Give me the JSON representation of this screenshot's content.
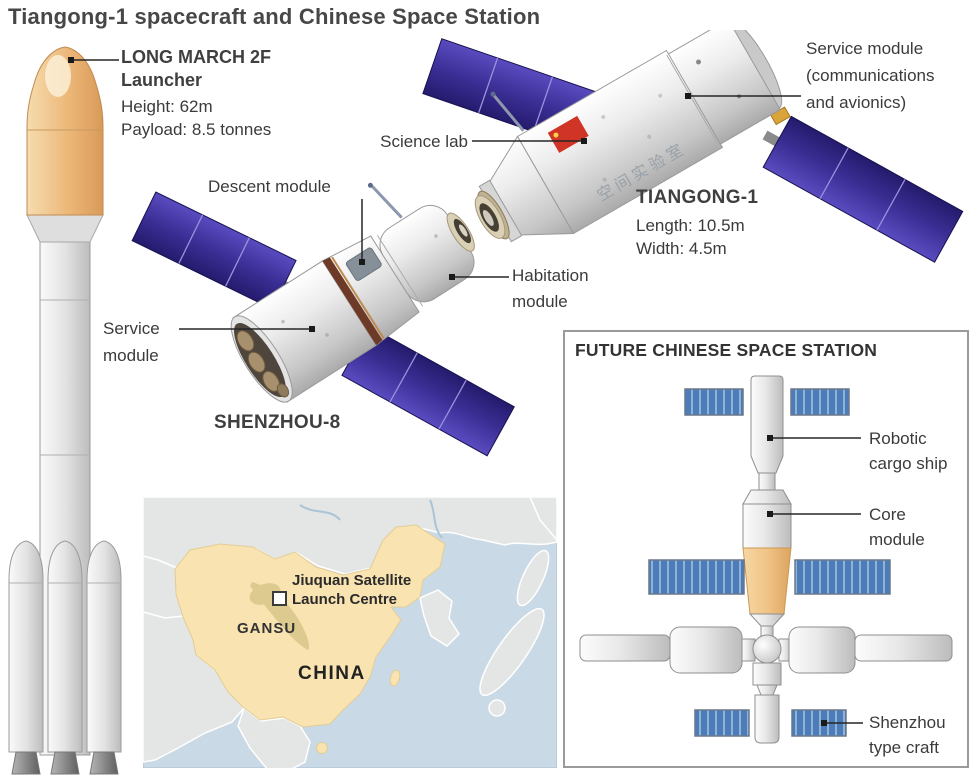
{
  "title": "Tiangong-1 spacecraft and Chinese Space Station",
  "launcher": {
    "name": "LONG MARCH 2F",
    "type_label": "Launcher",
    "height": "Height: 62m",
    "payload": "Payload: 8.5 tonnes"
  },
  "shenzhou8": {
    "name": "SHENZHOU-8",
    "descent_label": "Descent module",
    "habitation_label_line1": "Habitation",
    "habitation_label_line2": "module",
    "service_label_line1": "Service",
    "service_label_line2": "module"
  },
  "tiangong1": {
    "name": "TIANGONG-1",
    "length": "Length: 10.5m",
    "width": "Width: 4.5m",
    "science_lab_label": "Science lab",
    "service_label_line1": "Service module",
    "service_label_line2": "(communications",
    "service_label_line3": "and avionics)",
    "hull_text": "空间实验室"
  },
  "map": {
    "site_label_line1": "Jiuquan Satellite",
    "site_label_line2": "Launch Centre",
    "province_label": "GANSU",
    "country_label": "CHINA"
  },
  "future_station": {
    "title": "FUTURE CHINESE SPACE STATION",
    "cargo_label_line1": "Robotic",
    "cargo_label_line2": "cargo ship",
    "core_label_line1": "Core",
    "core_label_line2": "module",
    "craft_label_line1": "Shenzhou",
    "craft_label_line2": "type craft"
  },
  "colors": {
    "text_dark": "#3b3b3b",
    "solar_panel_purple": "#352a8c",
    "station_panel_blue": "#4d7db8",
    "fairing_orange": "#edb575",
    "core_module_orange": "#f0c487",
    "map_land_tan": "#f8e3b1",
    "map_sea_blue": "#c9dae6",
    "china_flag_red": "#cf3426"
  }
}
